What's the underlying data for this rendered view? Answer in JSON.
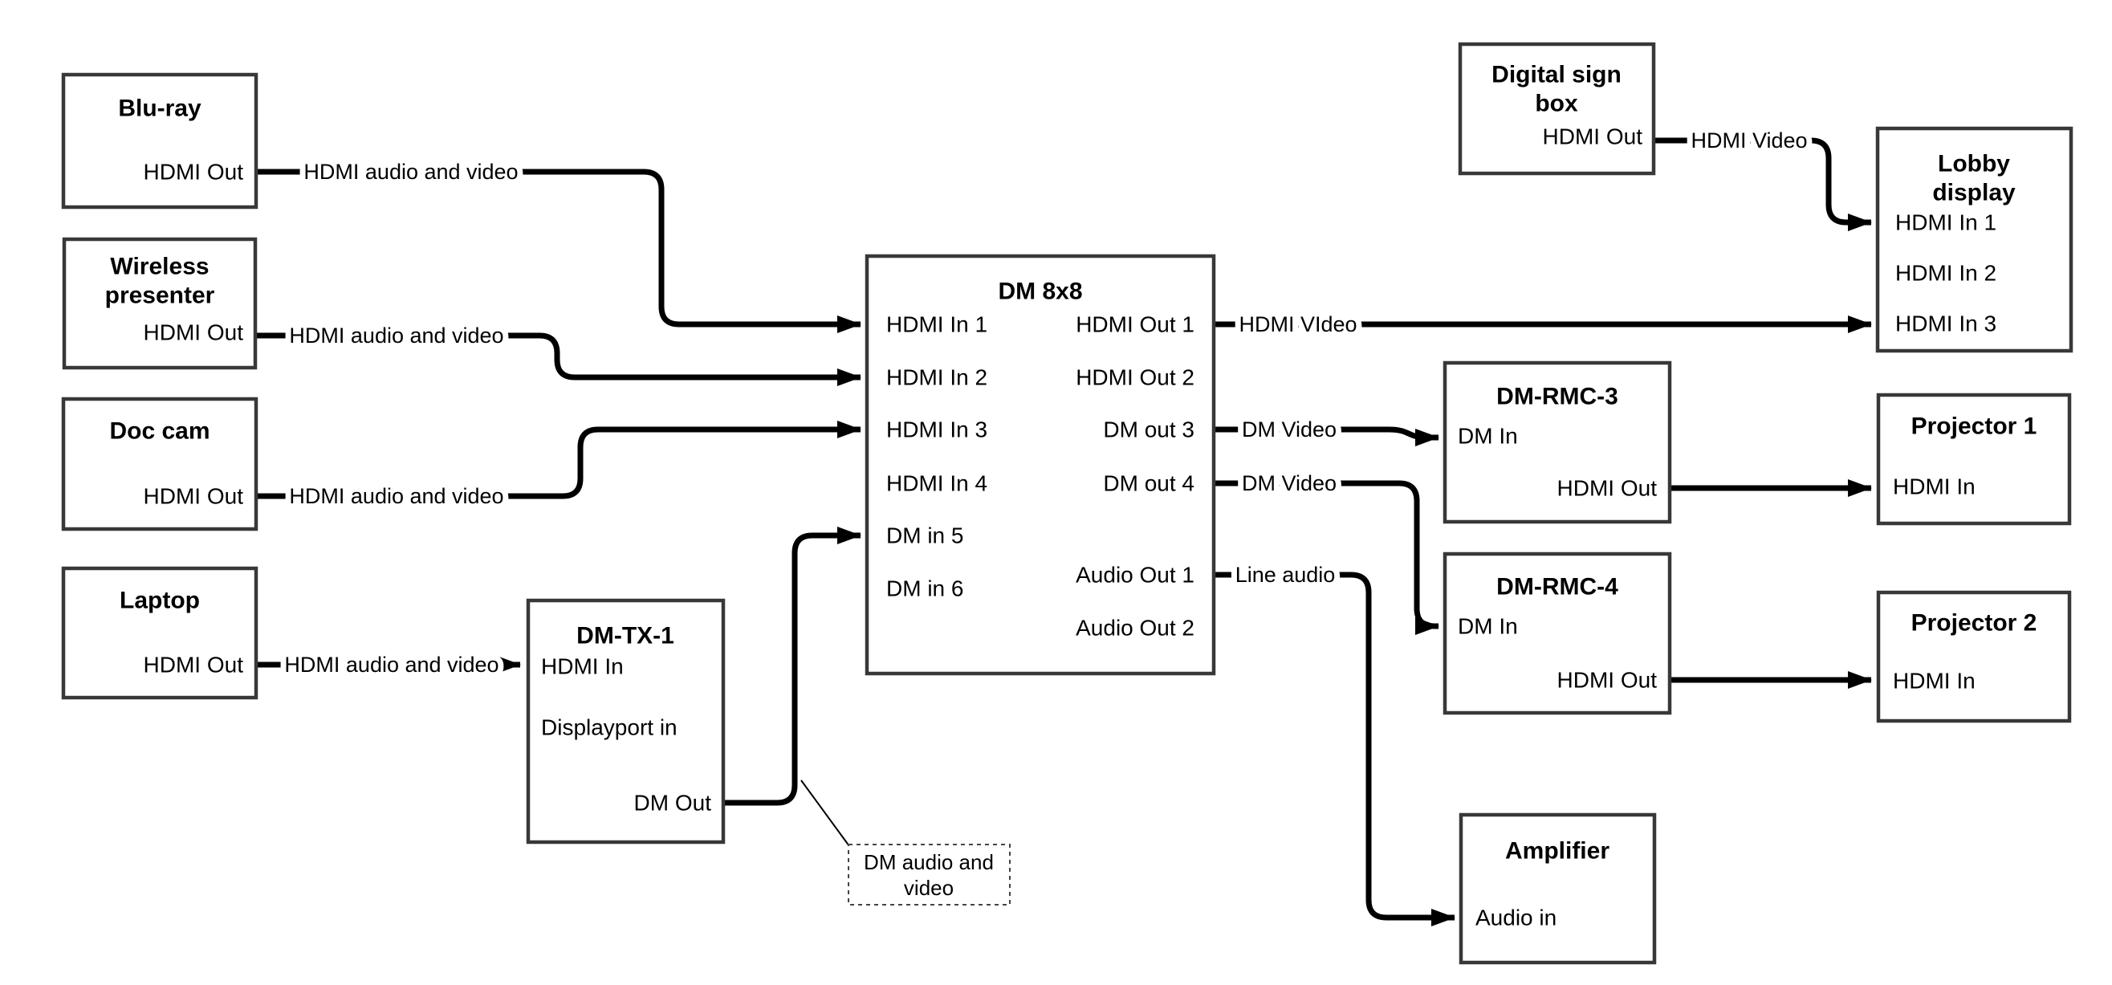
{
  "diagram": {
    "description": "AV signal-flow diagram of a DM 8x8 matrix switcher system",
    "colors": {
      "background": "#ffffff",
      "connector": "#000000",
      "box_border": "#383838",
      "text": "#000000"
    }
  },
  "nodes": {
    "bluray": {
      "title": "Blu-ray",
      "port_hdmi_out": "HDMI Out"
    },
    "wireless": {
      "title_line1": "Wireless",
      "title_line2": "presenter",
      "port_hdmi_out": "HDMI Out"
    },
    "doccam": {
      "title": "Doc cam",
      "port_hdmi_out": "HDMI Out"
    },
    "laptop": {
      "title": "Laptop",
      "port_hdmi_out": "HDMI Out"
    },
    "dmtx1": {
      "title": "DM-TX-1",
      "port_hdmi_in": "HDMI In",
      "port_displayport_in": "Displayport in",
      "port_dm_out": "DM Out"
    },
    "dm8x8": {
      "title": "DM 8x8",
      "port_hdmi_in_1": "HDMI In 1",
      "port_hdmi_in_2": "HDMI In 2",
      "port_hdmi_in_3": "HDMI In 3",
      "port_hdmi_in_4": "HDMI In 4",
      "port_dm_in_5": "DM in 5",
      "port_dm_in_6": "DM in 6",
      "port_hdmi_out_1": "HDMI Out 1",
      "port_hdmi_out_2": "HDMI Out 2",
      "port_dm_out_3": "DM out 3",
      "port_dm_out_4": "DM out 4",
      "port_audio_out_1": "Audio Out 1",
      "port_audio_out_2": "Audio Out 2"
    },
    "digital_sign": {
      "title_line1": "Digital sign",
      "title_line2": "box",
      "port_hdmi_out": "HDMI Out"
    },
    "lobby": {
      "title_line1": "Lobby",
      "title_line2": "display",
      "port_hdmi_in_1": "HDMI In 1",
      "port_hdmi_in_2": "HDMI In 2",
      "port_hdmi_in_3": "HDMI In 3"
    },
    "dmrmc3": {
      "title": "DM-RMC-3",
      "port_dm_in": "DM In",
      "port_hdmi_out": "HDMI Out"
    },
    "dmrmc4": {
      "title": "DM-RMC-4",
      "port_dm_in": "DM In",
      "port_hdmi_out": "HDMI Out"
    },
    "projector1": {
      "title": "Projector 1",
      "port_hdmi_in": "HDMI In"
    },
    "projector2": {
      "title": "Projector 2",
      "port_hdmi_in": "HDMI In"
    },
    "amplifier": {
      "title": "Amplifier",
      "port_audio_in": "Audio in"
    }
  },
  "connections": {
    "bluray_to_dm8x8": {
      "label": "HDMI audio and video"
    },
    "wireless_to_dm8x8": {
      "label": "HDMI audio and video"
    },
    "doccam_to_dm8x8": {
      "label": "HDMI audio and video"
    },
    "laptop_to_dmtx1": {
      "label": "HDMI audio and video"
    },
    "hdmi_out_1_to_lobby": {
      "label": "HDMI VIdeo"
    },
    "dm_out_3_to_rmc3": {
      "label": "DM Video"
    },
    "dm_out_4_to_rmc4": {
      "label": "DM Video"
    },
    "audio_out_1_to_amplifier": {
      "label": "Line audio"
    },
    "sign_to_lobby": {
      "label": "HDMI Video"
    }
  },
  "annotation": {
    "line1": "DM audio and",
    "line2": "video"
  }
}
